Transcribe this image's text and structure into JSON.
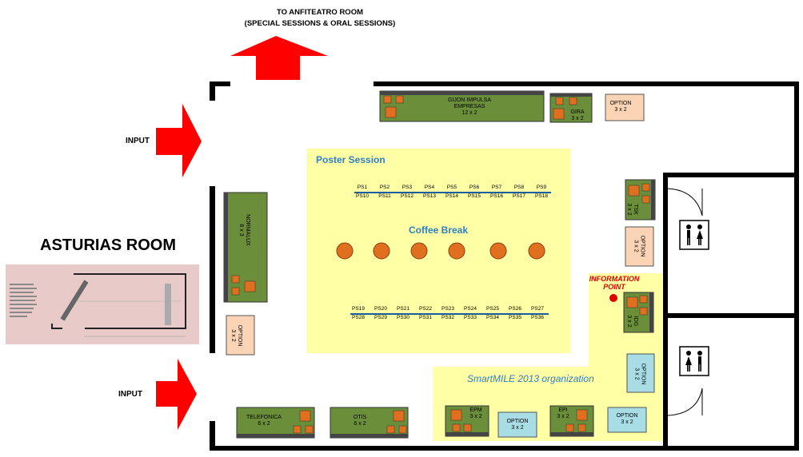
{
  "header": {
    "line1": "TO ANFITEATRO ROOM",
    "line2": "(SPECIAL SESSIONS & ORAL SESSIONS)"
  },
  "inputs": {
    "top": "INPUT",
    "bottom": "INPUT"
  },
  "room_title": "ASTURIAS ROOM",
  "areas": {
    "poster_session": "Poster Session",
    "coffee_break": "Coffee Break",
    "smartmile": "SmartMILE 2013 organization",
    "info_point_line1": "INFORMATION",
    "info_point_line2": "POINT"
  },
  "stands": {
    "gijon": {
      "name_line1": "GIJON IMPULSA",
      "name_line2": "EMPRESAS",
      "size": "12 x 2"
    },
    "gira": {
      "name": "GIRA",
      "size": "3 x 2"
    },
    "option_top": {
      "name": "OPTION",
      "size": "3 x 2"
    },
    "normalux": {
      "name": "NORMALUX",
      "size": "8 x 3"
    },
    "option_left": {
      "name": "OPTION",
      "size": "3 x 2"
    },
    "tsk": {
      "name": "TSK",
      "size": "3 x 2"
    },
    "option_right1": {
      "name": "OPTION",
      "size": "3 x 2"
    },
    "idg": {
      "name": "IDG",
      "size": "3 x 2"
    },
    "option_right2": {
      "name": "OPTION",
      "size": "3 x 2"
    },
    "telefonica": {
      "name": "TELEFONICA",
      "size": "6 x 2"
    },
    "otis": {
      "name": "OTIS",
      "size": "6 x 2"
    },
    "epm": {
      "name": "EPM",
      "size": "3 x 2"
    },
    "option_bottom1": {
      "name": "OPTION",
      "size": "3 x 2"
    },
    "epi": {
      "name": "EPI",
      "size": "3 x 2"
    },
    "option_bottom2": {
      "name": "OPTION",
      "size": "3 x 2"
    }
  },
  "poster_row1_top": [
    "PS1",
    "PS2",
    "PS3",
    "PS4",
    "PS5",
    "PS6",
    "PS7",
    "PS8",
    "PS9"
  ],
  "poster_row1_bottom": [
    "PS10",
    "PS11",
    "PS12",
    "PS13",
    "PS14",
    "PS15",
    "PS16",
    "PS17",
    "PS18"
  ],
  "poster_row2_top": [
    "PS19",
    "PS20",
    "PS21",
    "PS22",
    "PS23",
    "PS24",
    "PS25",
    "PS26",
    "PS27"
  ],
  "poster_row2_bottom": [
    "PS28",
    "PS29",
    "PS30",
    "PS31",
    "PS32",
    "PS33",
    "PS34",
    "PS35",
    "PS36"
  ],
  "colors": {
    "arrow": "#ff0000",
    "stand_green": "#6b8e3a",
    "zone_yellow": "#ffffa6",
    "option_peach": "#fad4b4",
    "option_blue": "#a8dde6",
    "table_orange": "#e07020",
    "wall": "#000000",
    "title_blue": "#2f7fc1"
  },
  "icons": [
    "restroom-icon",
    "restroom-icon",
    "information-point-marker"
  ]
}
